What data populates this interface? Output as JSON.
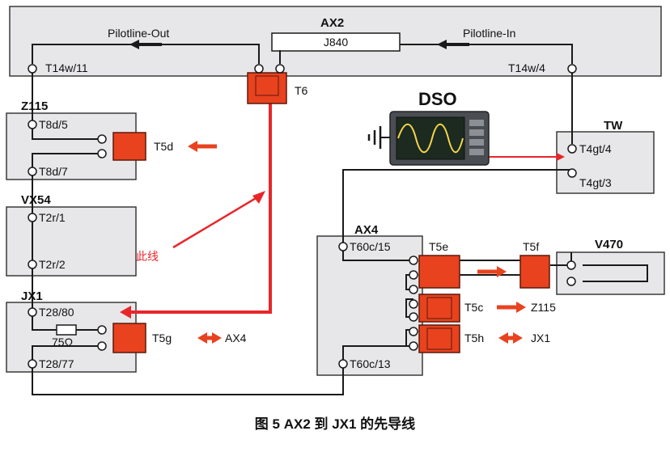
{
  "colors": {
    "accent": "#e8262a",
    "connector": "#e8421f",
    "box_fill": "#e7e7e9",
    "wire": "#1a1a1a"
  },
  "blocks": {
    "ax2": {
      "title": "AX2",
      "j840": "J840",
      "pilot_out": "Pilotline-Out",
      "pilot_in": "Pilotline-In",
      "pin_left": "T14w/11",
      "pin_right": "T14w/4"
    },
    "z115": {
      "title": "Z115",
      "pin_top": "T8d/5",
      "pin_bottom": "T8d/7"
    },
    "vx54": {
      "title": "VX54",
      "pin_top": "T2r/1",
      "pin_bottom": "T2r/2"
    },
    "jx1": {
      "title": "JX1",
      "pin_top": "T28/80",
      "resistor": "75Ω",
      "pin_bottom": "T28/77"
    },
    "ax4": {
      "title": "AX4",
      "pin_top": "T60c/15",
      "pin_bottom": "T60c/13"
    },
    "tw": {
      "title": "TW",
      "pin_top": "T4gt/4",
      "pin_bottom": "T4gt/3"
    },
    "v470": {
      "title": "V470"
    },
    "dso": {
      "title": "DSO"
    }
  },
  "connectors": {
    "t6": "T6",
    "t5d": "T5d",
    "t5g": "T5g",
    "t5e": "T5e",
    "t5f": "T5f",
    "t5c": "T5c",
    "t5h": "T5h"
  },
  "annotations": {
    "this_wire": "此线",
    "t5g_target": "AX4",
    "t5c_target": "Z115",
    "t5h_target": "JX1"
  },
  "caption": "图 5 AX2 到 JX1 的先导线"
}
